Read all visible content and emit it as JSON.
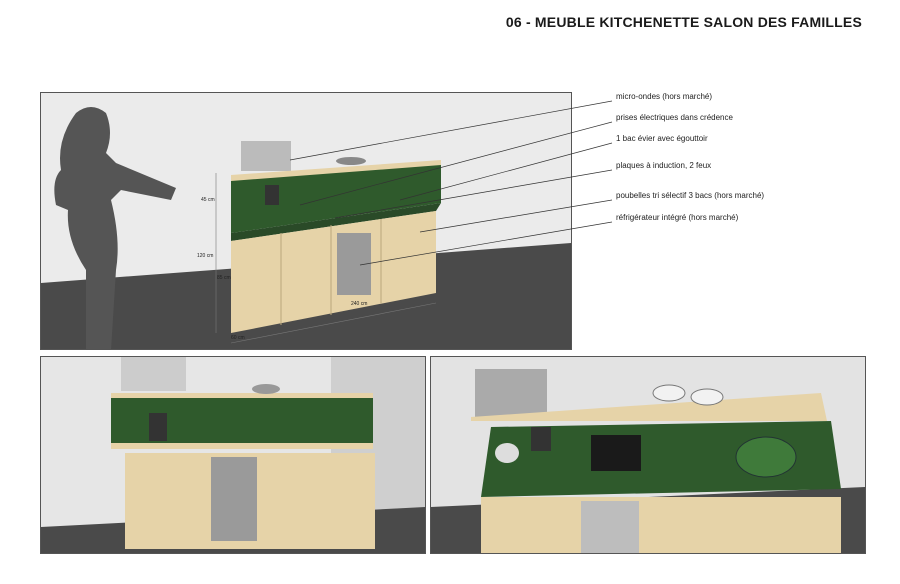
{
  "page": {
    "title": "06 - MEUBLE KITCHENETTE SALON DES FAMILLES"
  },
  "annotations": [
    "micro-ondes (hors marché)",
    "prises électriques dans crédence",
    "1 bac évier avec égouttoir",
    "plaques à induction, 2 feux",
    "poubelles tri sélectif 3 bacs (hors marché)",
    "réfrigérateur intégré (hors marché)"
  ],
  "dimensions": [
    "45 cm",
    "120 cm",
    "85 cm",
    "60 cm",
    "240 cm"
  ],
  "colors": {
    "splashback_green": "#2f5a2c",
    "wood": "#e6d3a8",
    "floor": "#4a4a4a",
    "wall": "#e9e9e9"
  }
}
